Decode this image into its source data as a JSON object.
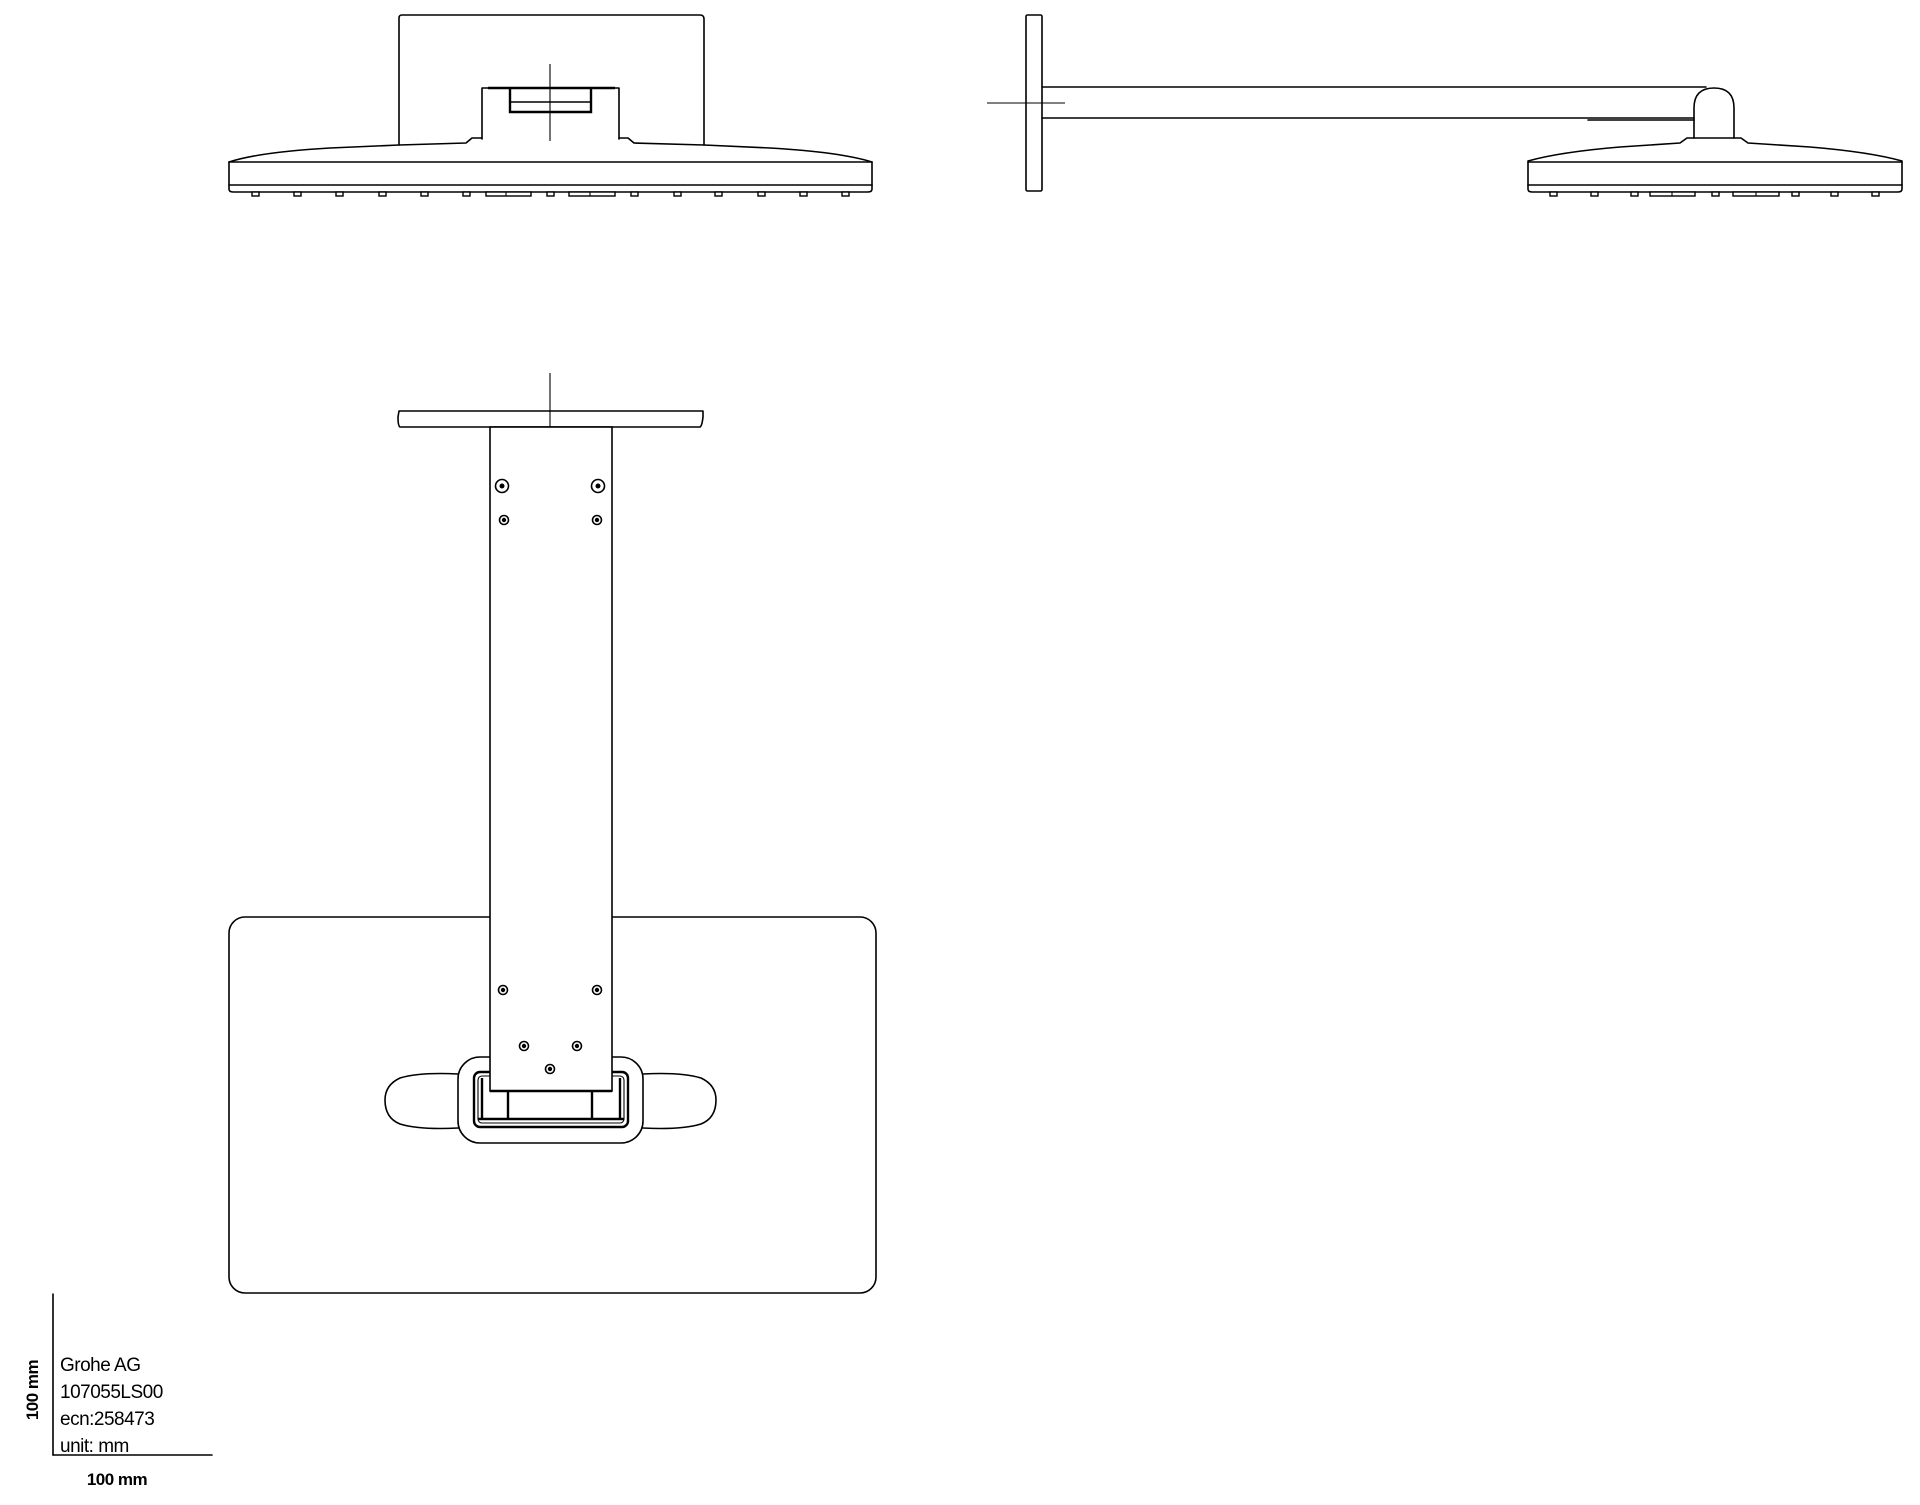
{
  "drawing": {
    "type": "technical-drawing",
    "subject": "head shower with shower arm",
    "views": [
      {
        "name": "front-view"
      },
      {
        "name": "side-view"
      },
      {
        "name": "top-view"
      }
    ],
    "line_color": "#000000",
    "background": "#ffffff"
  },
  "title_block": {
    "company": "Grohe AG",
    "part_number": "107055LS00",
    "ecn": "ecn:258473",
    "unit": "unit: mm"
  },
  "scale_bar": {
    "vertical_label": "100 mm",
    "horizontal_label": "100 mm"
  }
}
